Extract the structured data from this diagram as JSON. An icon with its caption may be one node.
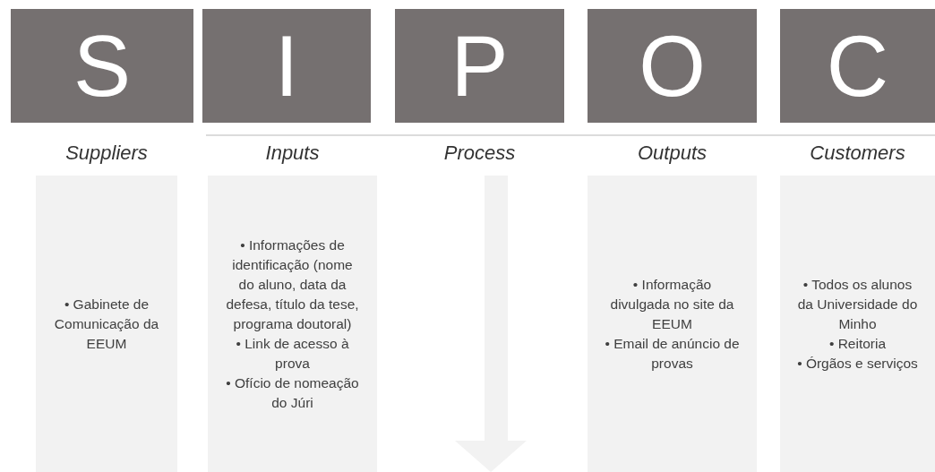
{
  "diagram": {
    "nodes": [
      {
        "text": [
          "S"
        ]
      },
      {
        "text": [
          "I"
        ]
      },
      {
        "text": [
          "P"
        ]
      },
      {
        "text": [
          "O"
        ]
      },
      {
        "text": [
          "C"
        ]
      },
      {
        "text": [
          "• Gabinete de Comunicação da EEUM"
        ]
      },
      {
        "text": [
          "• Informações de identificação (nome do aluno, data da defesa, título da tese, programa doutoral)",
          "• Link de acesso à prova",
          "• Ofício de nomeação do Júri"
        ]
      },
      {
        "text": [
          "• Informação divulgada no site da EEUM",
          "• Email de anúncio de provas"
        ]
      },
      {
        "text": [
          "• Todos os alunos da Universidade do Minho",
          "• Reitoria",
          "• Órgãos e serviços"
        ]
      }
    ],
    "edges": [],
    "labels": [
      "Suppliers",
      "Inputs",
      "Process",
      "Outputs",
      "Customers"
    ]
  }
}
